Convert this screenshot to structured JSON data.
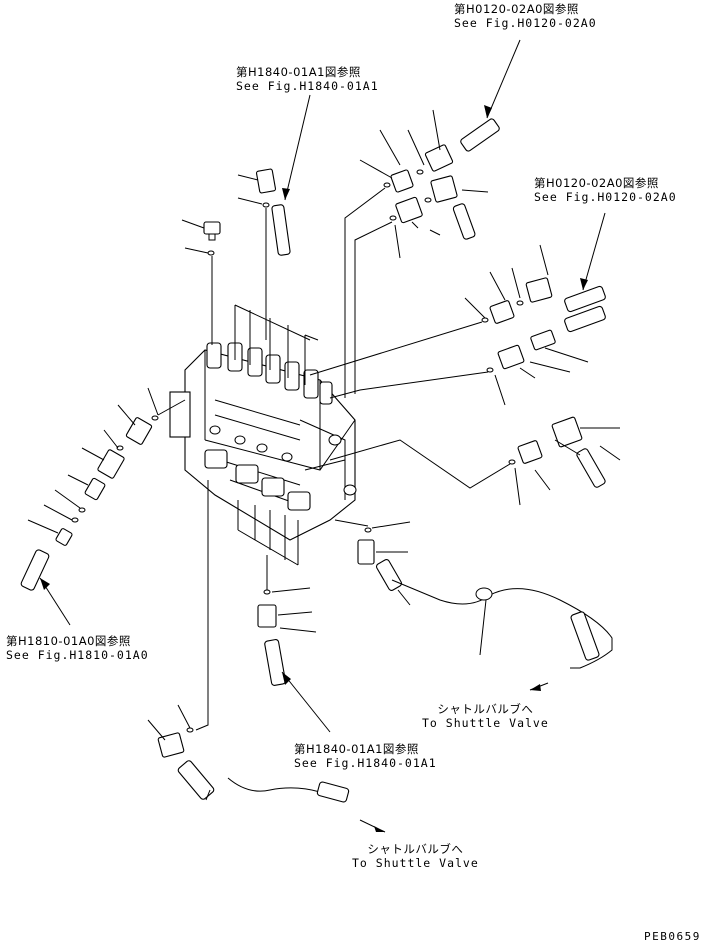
{
  "refs": [
    {
      "id": "ref-h0120-top",
      "jp": "第H0120-02A0図参照",
      "en": "See Fig.H0120-02A0"
    },
    {
      "id": "ref-h1840-top",
      "jp": "第H1840-01A1図参照",
      "en": "See Fig.H1840-01A1"
    },
    {
      "id": "ref-h0120-right",
      "jp": "第H0120-02A0図参照",
      "en": "See Fig.H0120-02A0"
    },
    {
      "id": "ref-h1810-left",
      "jp": "第H1810-01A0図参照",
      "en": "See Fig.H1810-01A0"
    },
    {
      "id": "ref-h1840-bottom",
      "jp": "第H1840-01A1図参照",
      "en": "See Fig.H1840-01A1"
    }
  ],
  "shuttle": [
    {
      "jp": "シャトルバルブへ",
      "en": "To Shuttle Valve"
    },
    {
      "jp": "シャトルバルブへ",
      "en": "To Shuttle Valve"
    }
  ],
  "drawing_code": "PEB0659"
}
